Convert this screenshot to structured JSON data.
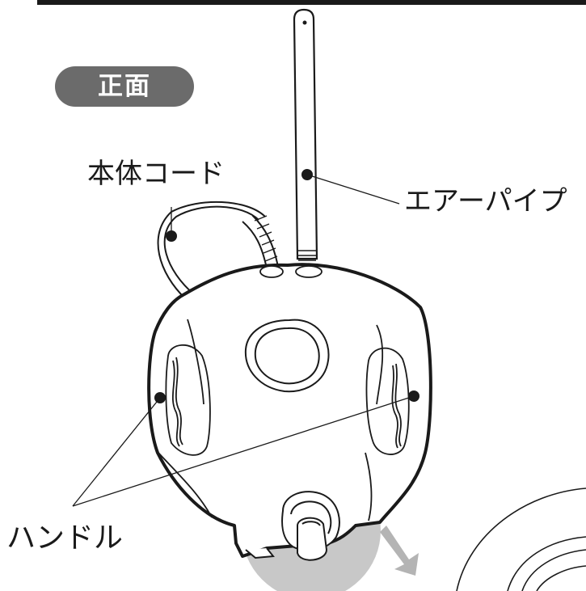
{
  "title": "正面",
  "labels": {
    "cord": "本体コード",
    "air_pipe": "エアーパイプ",
    "handle": "ハンドル"
  },
  "colors": {
    "badge_bg": "#6b6b6b",
    "highlight": "#c8c8c8",
    "arrow": "#b4b4b4",
    "line": "#1a1a1a"
  }
}
